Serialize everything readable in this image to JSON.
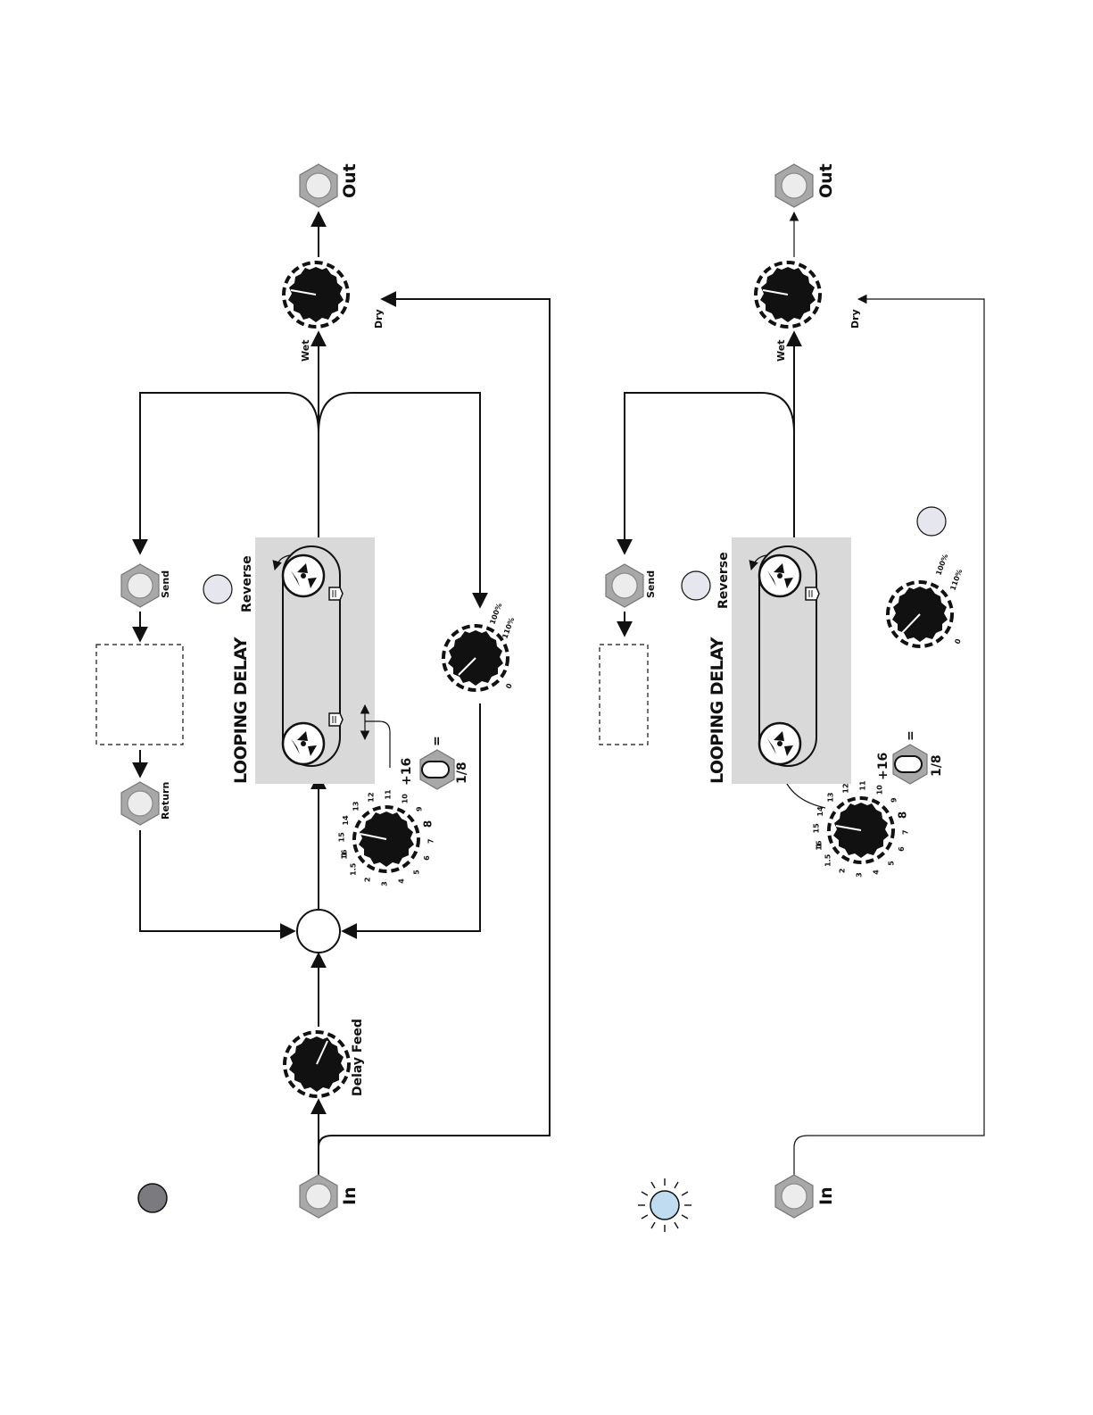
{
  "colors": {
    "panel": "#d9d9d9",
    "knob": "#111111",
    "jack_outer": "#a8a8a8",
    "jack_inner": "#ececec",
    "button": "#e6e6ee",
    "led_off": "#7a7a7f",
    "led_on": "#bfdcf0"
  },
  "diagrams": [
    {
      "mode": "effects-loop",
      "led_state": "off",
      "jacks": {
        "in": "In",
        "out": "Out",
        "send": "Send",
        "return": "Return"
      },
      "knobs": {
        "delay_feed": "Delay Feed",
        "wet": "Wet",
        "dry": "Dry"
      },
      "panel_title": "LOOPING DELAY",
      "reverse_label": "Reverse",
      "switch": {
        "top": "=",
        "left": "+16",
        "bottom": "1/8"
      },
      "feedback_scale": [
        "0",
        "100%",
        "110%"
      ],
      "time_scale": [
        "1",
        "1.5",
        "2",
        "3",
        "4",
        "5",
        "6",
        "7",
        "8",
        "9",
        "10",
        "11",
        "12",
        "13",
        "14",
        "15",
        "16"
      ]
    },
    {
      "mode": "loop",
      "led_state": "on",
      "jacks": {
        "in": "In",
        "out": "Out",
        "send": "Send"
      },
      "knobs": {
        "wet": "Wet",
        "dry": "Dry"
      },
      "panel_title": "LOOPING DELAY",
      "reverse_label": "Reverse",
      "switch": {
        "top": "=",
        "left": "+16",
        "bottom": "1/8"
      },
      "feedback_scale": [
        "0",
        "100%",
        "110%"
      ],
      "time_scale": [
        "1",
        "1.5",
        "2",
        "3",
        "4",
        "5",
        "6",
        "7",
        "8",
        "9",
        "10",
        "11",
        "12",
        "13",
        "14",
        "15",
        "16"
      ]
    }
  ]
}
